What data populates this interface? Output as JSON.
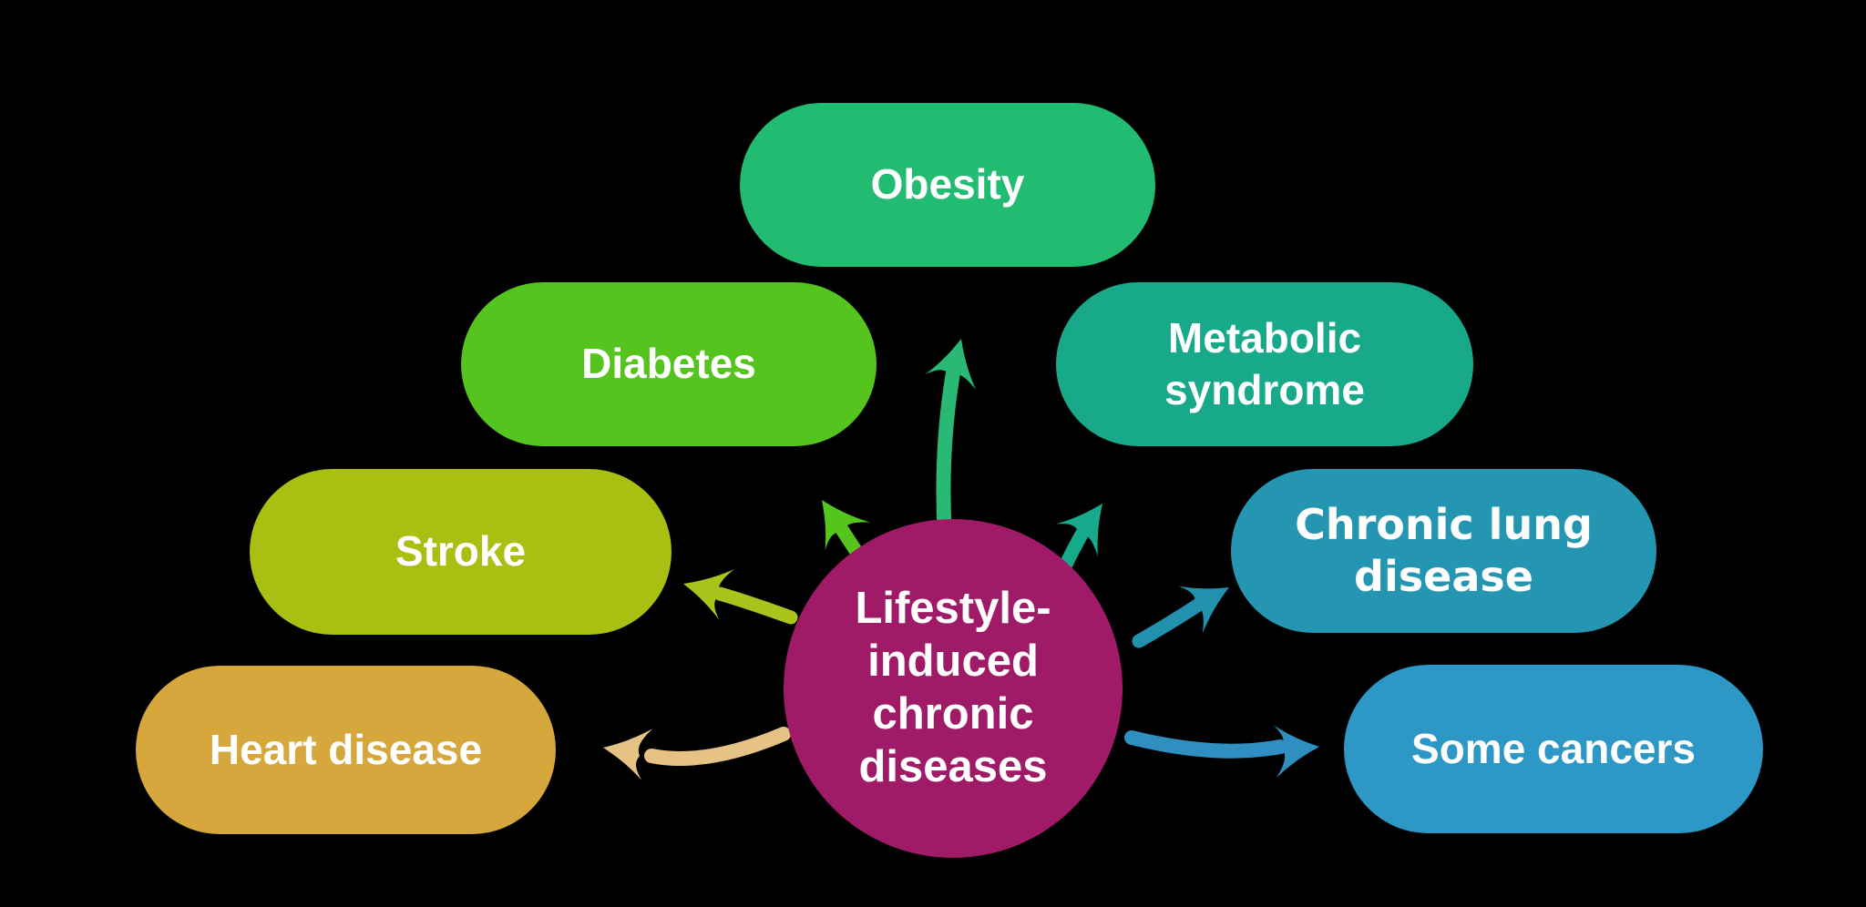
{
  "background": "#000000",
  "diagram": {
    "center": {
      "label": "Lifestyle-induced chronic diseases",
      "lines": [
        "Lifestyle-",
        "induced",
        "chronic",
        "diseases"
      ],
      "color": "#a01b67",
      "text_color": "#ffffff"
    },
    "nodes": [
      {
        "id": "obesity",
        "label": "Obesity",
        "color": "#21bc72",
        "arrow_color": "#29b974"
      },
      {
        "id": "diabetes",
        "label": "Diabetes",
        "color": "#55c41e",
        "arrow_color": "#55c41d"
      },
      {
        "id": "metabolic-syndrome",
        "label": "Metabolic syndrome",
        "color": "#17a98a",
        "arrow_color": "#17a98c"
      },
      {
        "id": "stroke",
        "label": "Stroke",
        "color": "#a9c013",
        "arrow_color": "#a9c41c"
      },
      {
        "id": "chronic-lung-disease",
        "label": "Chronic lung disease",
        "color": "#2496b2",
        "arrow_color": "#2191ae"
      },
      {
        "id": "heart-disease",
        "label": "Heart disease",
        "color": "#d6a73d",
        "arrow_color": "#e6c285"
      },
      {
        "id": "some-cancers",
        "label": "Some cancers",
        "color": "#2d97c6",
        "arrow_color": "#2e8fc0"
      }
    ]
  }
}
